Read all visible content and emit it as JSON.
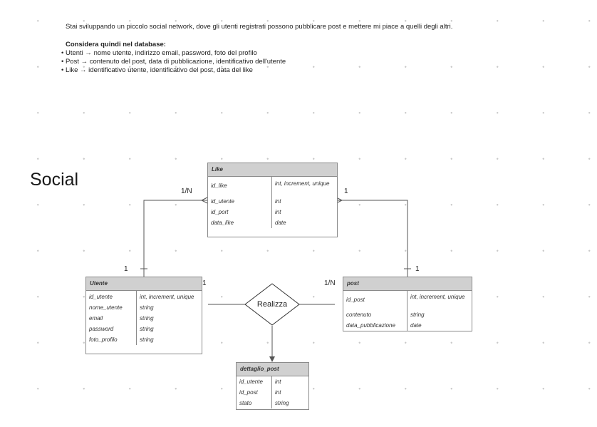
{
  "note": {
    "intro": "Stai sviluppando un piccolo social network, dove gli utenti registrati possono pubblicare post e mettere mi piace a quelli degli altri.",
    "heading": "Considera quindi nel database:",
    "items": [
      "Utenti → nome utente, indirizzo email, password, foto del profilo",
      "Post → contenuto del post, data di pubblicazione, identificativo dell'utente",
      "Like → identificativo utente, identificativo del post, data del like"
    ]
  },
  "board_title": "Social",
  "entities": {
    "like": {
      "title": "Like",
      "rows": [
        {
          "name": "id_like",
          "type": "int, increment, unique"
        },
        {
          "name": "id_utente",
          "type": "int"
        },
        {
          "name": "id_port",
          "type": "int"
        },
        {
          "name": "data_like",
          "type": "date"
        }
      ]
    },
    "utente": {
      "title": "Utente",
      "rows": [
        {
          "name": "id_utente",
          "type": "int, increment, unique"
        },
        {
          "name": "nome_utente",
          "type": "string"
        },
        {
          "name": "email",
          "type": "string"
        },
        {
          "name": "password",
          "type": "string"
        },
        {
          "name": "foto_profilo",
          "type": "string"
        }
      ]
    },
    "post": {
      "title": "post",
      "rows": [
        {
          "name": "id_post",
          "type": "int, increment, unique"
        },
        {
          "name": "contenuto",
          "type": "string"
        },
        {
          "name": "data_pubblicazione",
          "type": "date"
        }
      ]
    },
    "dettaglio": {
      "title": "dettaglio_post",
      "rows": [
        {
          "name": "id_utente",
          "type": "int"
        },
        {
          "name": "id_post",
          "type": "int"
        },
        {
          "name": "stato",
          "type": "string"
        }
      ]
    }
  },
  "relationship": {
    "label": "Realizza"
  },
  "cardinalities": {
    "like_left": "1/N",
    "like_right": "1",
    "utente_top": "1",
    "utente_right": "1",
    "post_left": "1/N",
    "post_top": "1"
  }
}
